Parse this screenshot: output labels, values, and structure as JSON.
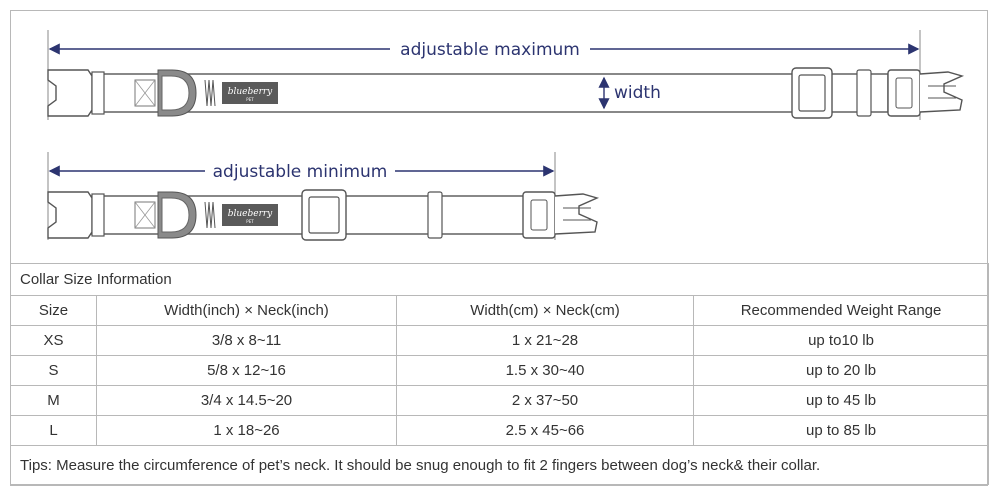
{
  "diagram": {
    "max_label": "adjustable maximum",
    "min_label": "adjustable minimum",
    "width_label": "width",
    "logo_text": "blueberry",
    "logo_sub": "PET",
    "arrow_color": "#2c3470",
    "strap_outline": "#555555",
    "ring_color": "#8a8a8a"
  },
  "table": {
    "caption": "Collar Size Information",
    "headers": [
      "Size",
      "Width(inch) × Neck(inch)",
      "Width(cm) × Neck(cm)",
      "Recommended Weight Range"
    ],
    "rows": [
      [
        "XS",
        "3/8 x 8~11",
        "1 x 21~28",
        "up to10 lb"
      ],
      [
        "S",
        "5/8 x 12~16",
        "1.5 x 30~40",
        "up to 20 lb"
      ],
      [
        "M",
        "3/4 x 14.5~20",
        "2 x 37~50",
        "up to 45 lb"
      ],
      [
        "L",
        "1 x 18~26",
        "2.5 x 45~66",
        "up to 85 lb"
      ]
    ],
    "tips": "Tips: Measure the circumference of pet’s neck. It should be snug enough to fit 2 fingers between dog’s neck& their collar."
  }
}
